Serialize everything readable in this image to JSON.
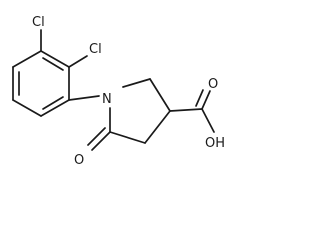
{
  "molecule": {
    "atoms": {
      "chlorine_top": "Cl",
      "chlorine_right": "Cl",
      "nitrogen": "N",
      "ketone_oxygen": "O",
      "carboxyl_oxygen": "O",
      "hydroxyl": "OH"
    },
    "colors": {
      "bond": "#1a1a1a",
      "label": "#1a1a1a",
      "background": "#ffffff"
    }
  }
}
